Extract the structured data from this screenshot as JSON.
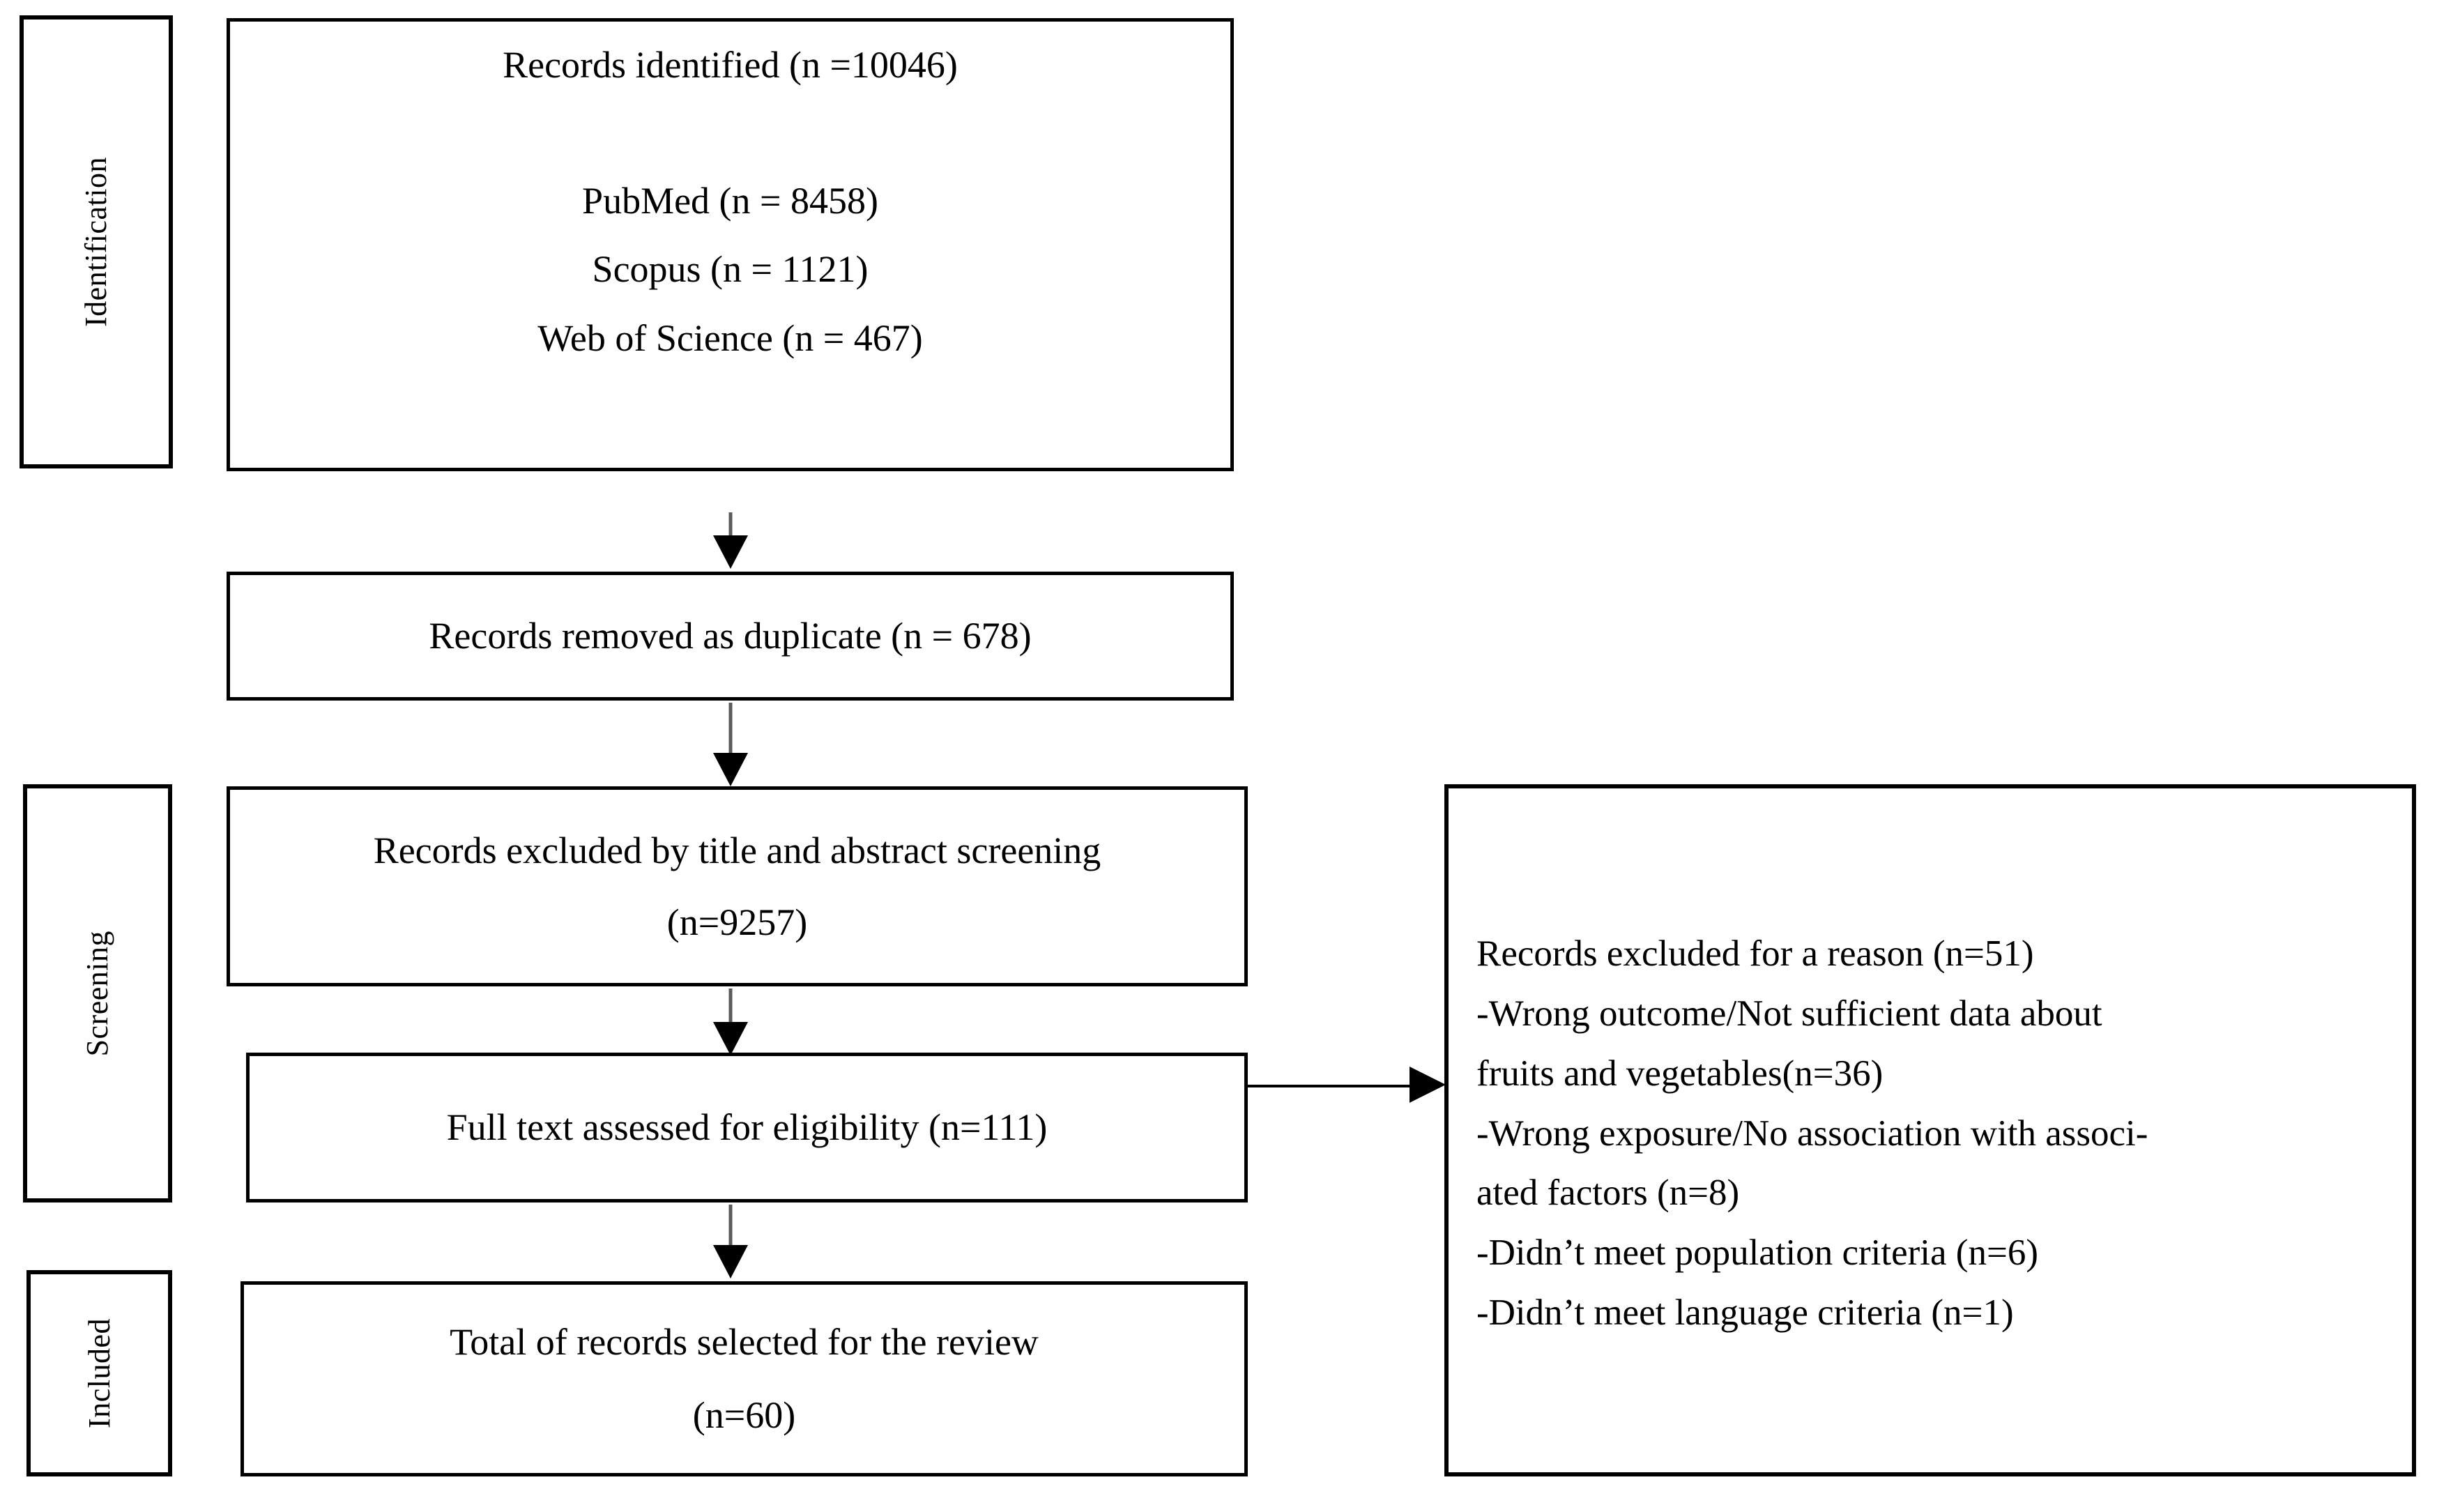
{
  "diagram": {
    "type": "PRISMA flow diagram",
    "stages": [
      {
        "id": "identification",
        "label": "Identification"
      },
      {
        "id": "screening",
        "label": "Screening"
      },
      {
        "id": "included",
        "label": "Included"
      }
    ],
    "boxes": {
      "identified": {
        "lines": [
          "Records identified (n =10046)",
          "",
          "PubMed (n = 8458)",
          "Scopus (n = 1121)",
          "Web of Science (n = 467)"
        ],
        "total": 10046,
        "sources": [
          {
            "name": "PubMed",
            "n": 8458
          },
          {
            "name": "Scopus",
            "n": 1121
          },
          {
            "name": "Web of Science",
            "n": 467
          }
        ]
      },
      "duplicates": {
        "lines": [
          "Records removed as duplicate (n = 678)"
        ],
        "n": 678
      },
      "excluded_screening": {
        "lines": [
          "Records excluded by title and abstract screening",
          "(n=9257)"
        ],
        "n": 9257
      },
      "full_text": {
        "lines": [
          "Full text assessed for eligibility (n=111)"
        ],
        "n": 111
      },
      "selected": {
        "lines": [
          "Total of records selected for the review",
          "(n=60)"
        ],
        "n": 60
      }
    },
    "excluded_reasons": {
      "heading": "Records excluded for a reason (n=51)",
      "total": 51,
      "items": [
        {
          "text": "-Wrong outcome/Not sufficient data about fruits and vegetables(n=36)",
          "n": 36
        },
        {
          "text": "-Wrong exposure/No association with associated factors (n=8)",
          "n": 8
        },
        {
          "text": "-Didn’t meet population criteria (n=6)",
          "n": 6
        },
        {
          "text": "-Didn’t meet language criteria (n=1)",
          "n": 1
        }
      ],
      "lines": [
        "Records excluded for a reason (n=51)",
        "-Wrong outcome/Not sufficient data about",
        "fruits and vegetables(n=36)",
        "-Wrong exposure/No association with associ-",
        "ated factors (n=8)",
        "-Didn’t meet population criteria (n=6)",
        "-Didn’t meet language criteria (n=1)"
      ]
    },
    "colors": {
      "border": "#000000",
      "text": "#000000",
      "background": "#ffffff",
      "arrow_shaft": "#5a5a5a"
    }
  }
}
